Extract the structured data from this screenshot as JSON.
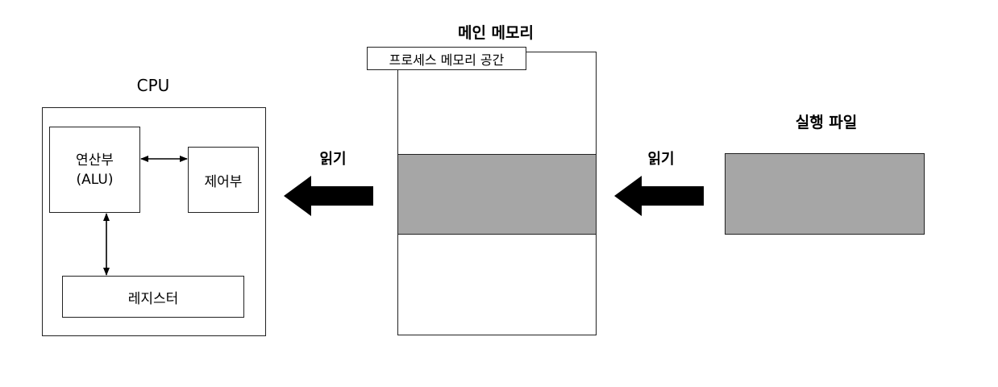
{
  "cpu": {
    "title": "CPU",
    "alu_line1": "연산부",
    "alu_line2": "(ALU)",
    "control": "제어부",
    "register": "레지스터"
  },
  "memory": {
    "title": "메인 메모리",
    "process_space": "프로세스 메모리 공간"
  },
  "read_label_left": "읽기",
  "read_label_right": "읽기",
  "executable": {
    "title": "실행 파일"
  },
  "colors": {
    "block_fill": "#a6a6a6",
    "line": "#222222",
    "arrow": "#000000"
  }
}
